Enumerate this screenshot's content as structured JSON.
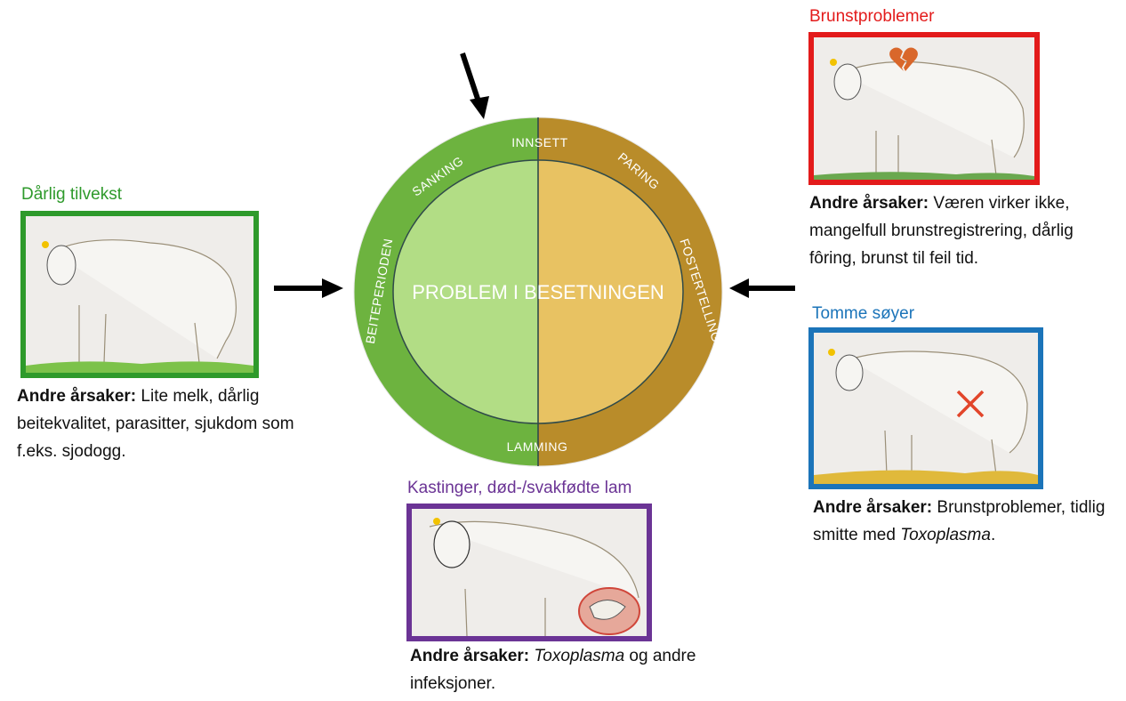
{
  "colors": {
    "green": "#2e9a2b",
    "red": "#e31b1b",
    "blue": "#1b74b9",
    "purple": "#6b3495",
    "wheel_green_ring": "#6db33f",
    "wheel_green_inner": "#b2dd85",
    "wheel_brown_ring": "#b98c2a",
    "wheel_yellow_inner": "#e8c262"
  },
  "wheel": {
    "center_label": "PROBLEM I BESETNINGEN",
    "segments": {
      "innsett": "INNSETT",
      "paring": "PARING",
      "fostertelling": "FOSTERTELLING",
      "lamming": "LAMMING",
      "beiteperioden": "BEITEPERIODEN",
      "sanking": "SANKING"
    }
  },
  "panels": {
    "darlig_tilvekst": {
      "title": "Dårlig tilvekst",
      "bold": "Andre årsaker:",
      "text": " Lite melk, dårlig beitekvalitet, parasitter, sjukdom som f.eks. sjodogg."
    },
    "brunstproblemer": {
      "title": "Brunstproblemer",
      "bold": "Andre årsaker:",
      "text": " Væren virker ikke, mangelfull brunstregistrering, dårlig fôring, brunst til feil tid."
    },
    "tomme_soyer": {
      "title": "Tomme søyer",
      "bold": "Andre årsaker:",
      "text": " Brunstproblemer, tidlig smitte med ",
      "italic": "Toxoplasma",
      "after": "."
    },
    "kastinger": {
      "title": "Kastinger, død-/svakfødte lam",
      "bold": "Andre årsaker:",
      "italic": "Toxoplasma",
      "text": " og andre infeksjoner."
    }
  },
  "icons": [
    "arrow-down-icon",
    "arrow-right-icon",
    "arrow-left-icon",
    "broken-heart-icon",
    "cross-mark-icon",
    "sheep-illustration"
  ]
}
